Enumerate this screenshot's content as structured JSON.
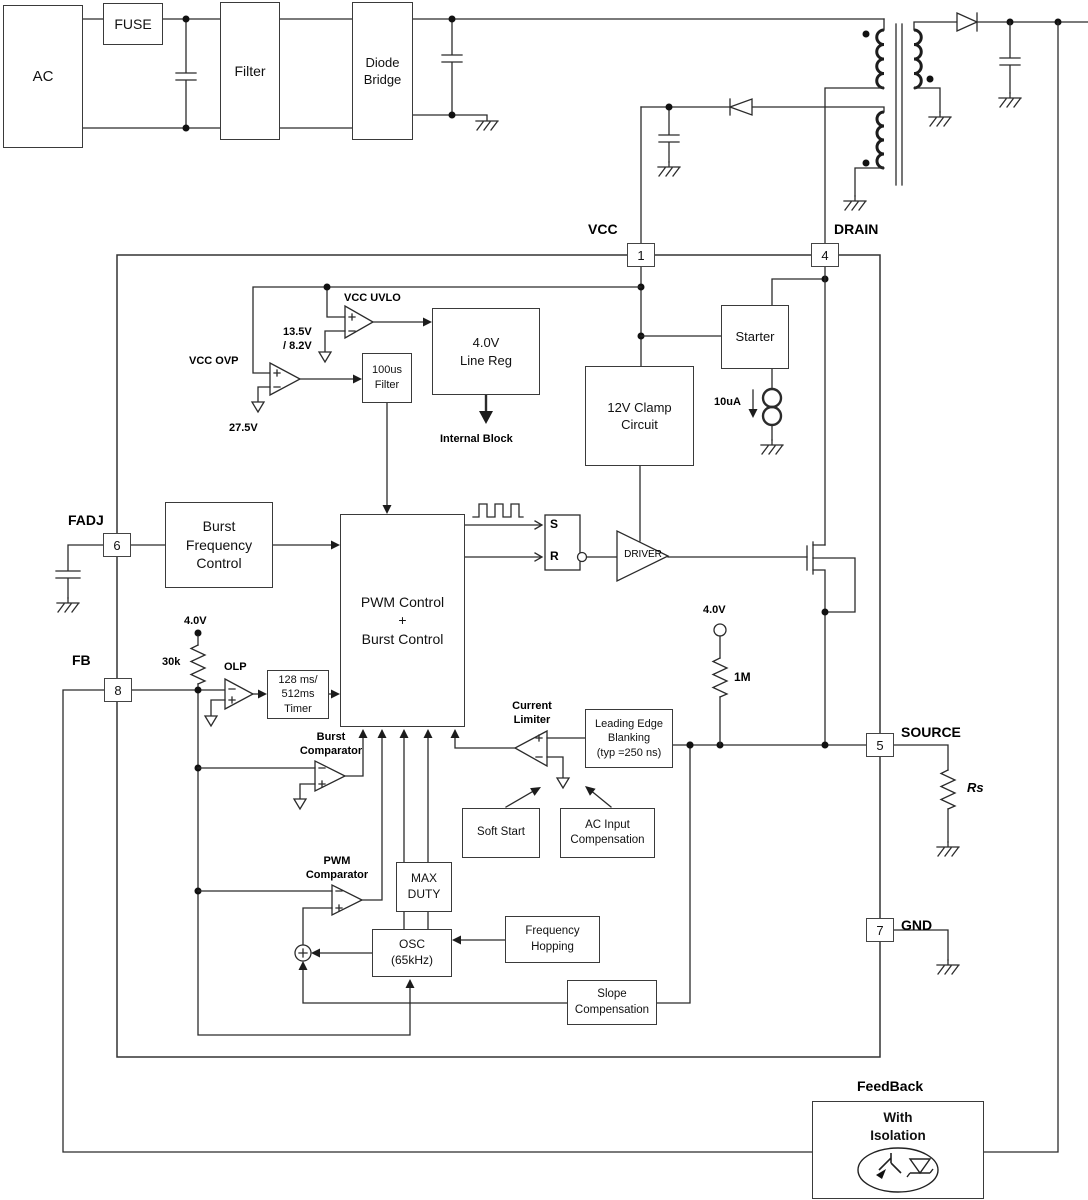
{
  "colors": {
    "background": "#ffffff",
    "line": "#2b2b2b",
    "text": "#111111"
  },
  "pins": {
    "vcc": {
      "label": "VCC",
      "number": "1"
    },
    "drain": {
      "label": "DRAIN",
      "number": "4"
    },
    "fadj": {
      "label": "FADJ",
      "number": "6"
    },
    "fb": {
      "label": "FB",
      "number": "8"
    },
    "source": {
      "label": "SOURCE",
      "number": "5"
    },
    "gnd": {
      "label": "GND",
      "number": "7"
    }
  },
  "blocks": {
    "ac": "AC",
    "fuse": "FUSE",
    "filter": "Filter",
    "diode_bridge": "Diode\nBridge",
    "starter": "Starter",
    "clamp_12v": "12V Clamp\nCircuit",
    "line_reg": "4.0V\nLine Reg",
    "filter_100us": "100us\nFilter",
    "burst_frequency_control": "Burst\nFrequency\nControl",
    "pwm_control": "PWM Control\n+\nBurst Control",
    "olp_timer": "128 ms/\n512ms\nTimer",
    "max_duty": "MAX\nDUTY",
    "osc": "OSC\n(65kHz)",
    "frequency_hopping": "Frequency\nHopping",
    "slope_compensation": "Slope\nCompensation",
    "leading_edge_blanking": "Leading Edge\nBlanking\n(typ =250 ns)",
    "soft_start": "Soft Start",
    "ac_input_compensation": "AC Input\nCompensation",
    "feedback": "With\nIsolation"
  },
  "labels": {
    "vcc_uvlo": "VCC UVLO",
    "uvlo_threshold": "13.5V\n/ 8.2V",
    "vcc_ovp": "VCC OVP",
    "ovp_threshold": "27.5V",
    "internal_block": "Internal Block",
    "starter_current": "10uA",
    "fb_pullup_voltage": "4.0V",
    "fb_pullup_resistor": "30k",
    "olp": "OLP",
    "burst_comparator": "Burst\nComparator",
    "pwm_comparator": "PWM\nComparator",
    "current_limiter": "Current\nLimiter",
    "source_pullup_voltage": "4.0V",
    "source_pullup_resistor": "1M",
    "sense_resistor": "Rs",
    "driver": "DRIVER",
    "latch_s": "S",
    "latch_r": "R",
    "feedback_title": "FeedBack"
  }
}
